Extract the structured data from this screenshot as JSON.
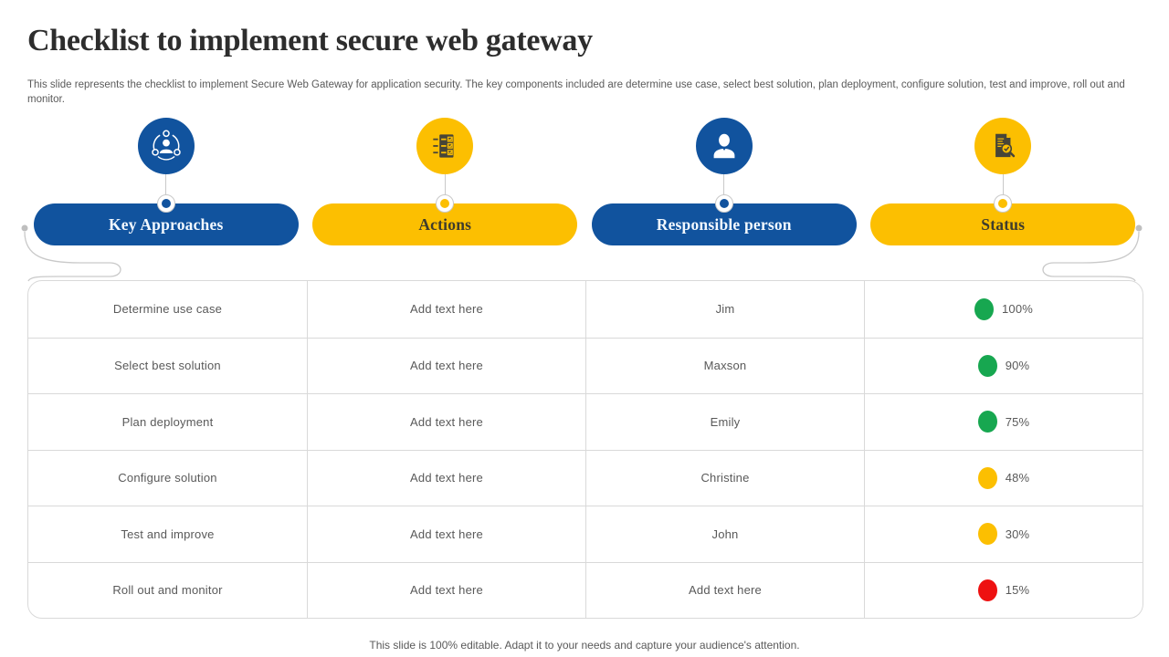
{
  "slide": {
    "title": "Checklist to implement secure web gateway",
    "subtitle": "This slide represents the checklist to implement Secure Web Gateway for application security. The key components included are determine use case, select best solution, plan deployment, configure solution, test and improve, roll out and monitor.",
    "footer": "This slide is 100% editable. Adapt it to your needs and capture your audience's attention."
  },
  "colors": {
    "blue": "#11539E",
    "yellow": "#FCBF01",
    "green": "#17A750",
    "red": "#EE1111",
    "text_gray": "#595959",
    "pill_text_light": "#F2F8FF",
    "pill_text_dark": "#3F3C2D"
  },
  "columns": [
    {
      "label": "Key Approaches",
      "icon": "people-network-icon",
      "fill": "#11539E",
      "text": "#F2F8FF"
    },
    {
      "label": "Actions",
      "icon": "checklist-icon",
      "fill": "#FCBF01",
      "text": "#3F3C2D"
    },
    {
      "label": "Responsible person",
      "icon": "person-icon",
      "fill": "#11539E",
      "text": "#F2F8FF"
    },
    {
      "label": "Status",
      "icon": "document-check-icon",
      "fill": "#FCBF01",
      "text": "#3F3C2D"
    }
  ],
  "table": {
    "rows": [
      {
        "approach": "Determine use case",
        "action": "Add text here",
        "person": "Jim",
        "status_pct": "100%",
        "status_color": "#17A750"
      },
      {
        "approach": "Select best solution",
        "action": "Add text here",
        "person": "Maxson",
        "status_pct": "90%",
        "status_color": "#17A750"
      },
      {
        "approach": "Plan deployment",
        "action": "Add text here",
        "person": "Emily",
        "status_pct": "75%",
        "status_color": "#17A750"
      },
      {
        "approach": "Configure solution",
        "action": "Add text here",
        "person": "Christine",
        "status_pct": "48%",
        "status_color": "#FCBF01"
      },
      {
        "approach": "Test and improve",
        "action": "Add text here",
        "person": "John",
        "status_pct": "30%",
        "status_color": "#FCBF01"
      },
      {
        "approach": "Roll out and monitor",
        "action": "Add text here",
        "person": "Add text here",
        "status_pct": "15%",
        "status_color": "#EE1111"
      }
    ]
  }
}
